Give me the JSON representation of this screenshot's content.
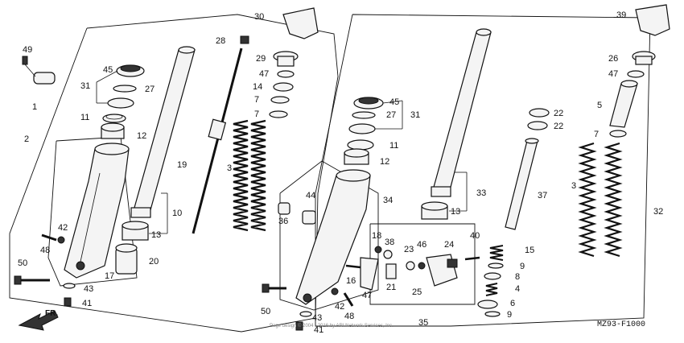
{
  "diagram": {
    "code": "MZ93-F1000",
    "watermark": "Page design © 2004 - 2016 by ARI Network Services, Inc.",
    "direction_label": "FR.",
    "callouts": {
      "c1": "1",
      "c2": "2",
      "c3a": "3",
      "c3b": "3",
      "c4": "4",
      "c5": "5",
      "c6": "6",
      "c7a": "7",
      "c7b": "7",
      "c7c": "7",
      "c8": "8",
      "c9a": "9",
      "c9b": "9",
      "c10": "10",
      "c11a": "11",
      "c11b": "11",
      "c12a": "12",
      "c12b": "12",
      "c13a": "13",
      "c13b": "13",
      "c14": "14",
      "c15": "15",
      "c16": "16",
      "c17": "17",
      "c18": "18",
      "c19": "19",
      "c20": "20",
      "c21": "21",
      "c22a": "22",
      "c22b": "22",
      "c23": "23",
      "c24": "24",
      "c25": "25",
      "c26": "26",
      "c27a": "27",
      "c27b": "27",
      "c28": "28",
      "c29": "29",
      "c30": "30",
      "c31a": "31",
      "c31b": "31",
      "c32": "32",
      "c33": "33",
      "c34": "34",
      "c35": "35",
      "c36": "36",
      "c37": "37",
      "c38": "38",
      "c39": "39",
      "c40": "40",
      "c41a": "41",
      "c41b": "41",
      "c42a": "42",
      "c42b": "42",
      "c43a": "43",
      "c43b": "43",
      "c44": "44",
      "c45a": "45",
      "c45b": "45",
      "c46": "46",
      "c47a": "47",
      "c47b": "47",
      "c47c": "47",
      "c48a": "48",
      "c48b": "48",
      "c49": "49",
      "c50a": "50",
      "c50b": "50"
    }
  }
}
